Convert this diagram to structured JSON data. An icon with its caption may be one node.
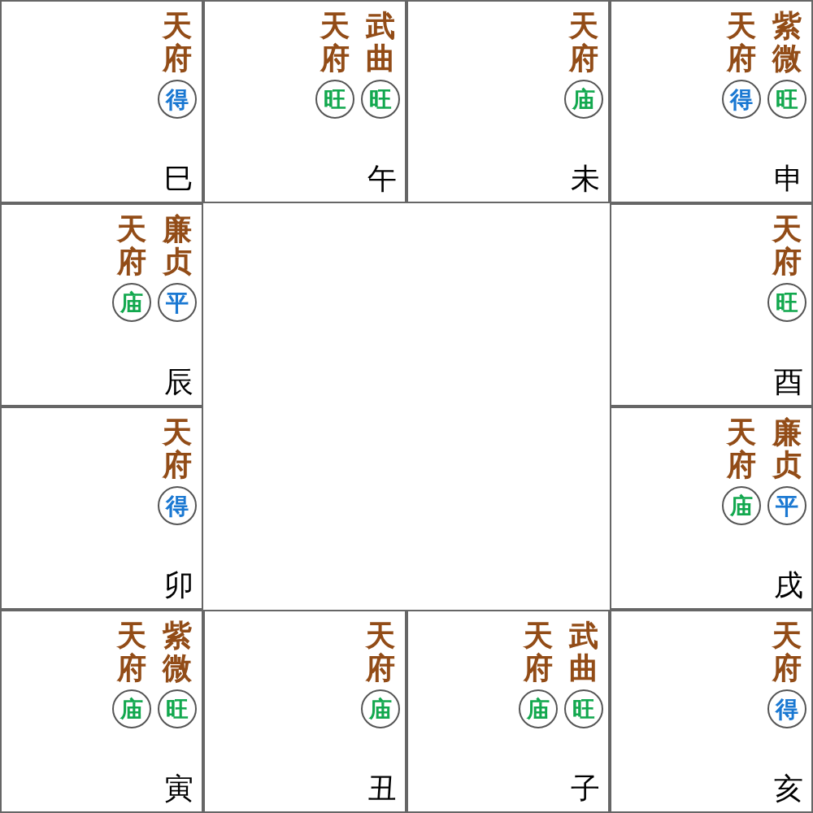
{
  "diagram": {
    "nodes": [
      {
        "text": [
          "天府",
          "巳"
        ]
      },
      {
        "text": [
          "得"
        ],
        "in": 0
      },
      {
        "text": [
          "天府",
          "武曲",
          "午"
        ]
      },
      {
        "text": [
          "旺"
        ],
        "in": 2
      },
      {
        "text": [
          "旺"
        ],
        "in": 2
      },
      {
        "text": [
          "天府",
          "未"
        ]
      },
      {
        "text": [
          "庙"
        ],
        "in": 5
      },
      {
        "text": [
          "天府",
          "紫微",
          "申"
        ]
      },
      {
        "text": [
          "得"
        ],
        "in": 7
      },
      {
        "text": [
          "旺"
        ],
        "in": 7
      },
      {
        "text": [
          "天府",
          "廉贞",
          "辰"
        ]
      },
      {
        "text": [
          "庙"
        ],
        "in": 10
      },
      {
        "text": [
          "平"
        ],
        "in": 10
      },
      {
        "text": [
          "天府",
          "酉"
        ]
      },
      {
        "text": [
          "旺"
        ],
        "in": 13
      },
      {
        "text": [
          "天府",
          "卯"
        ]
      },
      {
        "text": [
          "得"
        ],
        "in": 15
      },
      {
        "text": [
          "天府",
          "廉贞",
          "戌"
        ]
      },
      {
        "text": [
          "庙"
        ],
        "in": 17
      },
      {
        "text": [
          "平"
        ],
        "in": 17
      },
      {
        "text": [
          "天府",
          "紫微",
          "寅"
        ]
      },
      {
        "text": [
          "庙"
        ],
        "in": 20
      },
      {
        "text": [
          "旺"
        ],
        "in": 20
      },
      {
        "text": [
          "天府",
          "丑"
        ]
      },
      {
        "text": [
          "庙"
        ],
        "in": 23
      },
      {
        "text": [
          "天府",
          "武曲",
          "子"
        ]
      },
      {
        "text": [
          "庙"
        ],
        "in": 25
      },
      {
        "text": [
          "旺"
        ],
        "in": 25
      },
      {
        "text": [
          "天府",
          "亥"
        ]
      },
      {
        "text": [
          "得"
        ],
        "in": 28
      }
    ]
  }
}
